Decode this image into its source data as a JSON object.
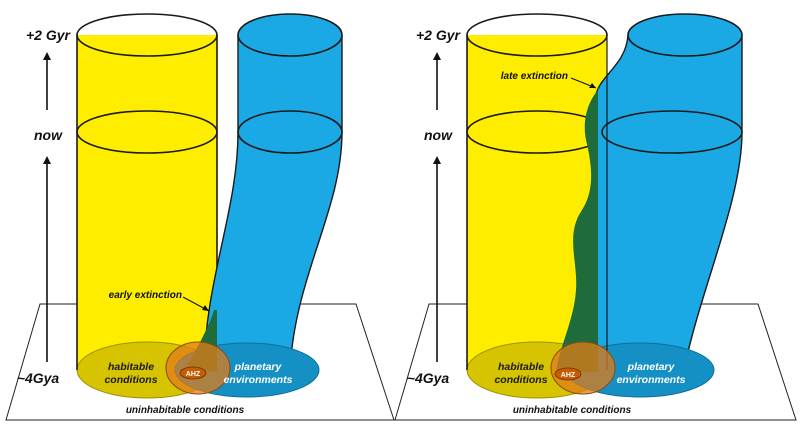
{
  "panels": [
    {
      "time_labels": {
        "top": "+2 Gyr",
        "mid": "now",
        "bottom": "~4Gya"
      },
      "extinction_label": "early extinction",
      "left_cylinder_label": {
        "line1": "habitable",
        "line2": "conditions"
      },
      "right_cylinder_label": {
        "line1": "planetary",
        "line2": "environments"
      },
      "overlap_label": "AHZ",
      "base_label": "uninhabitable conditions"
    },
    {
      "time_labels": {
        "top": "+2 Gyr",
        "mid": "now",
        "bottom": "~4Gya"
      },
      "extinction_label": "late extinction",
      "left_cylinder_label": {
        "line1": "habitable",
        "line2": "conditions"
      },
      "right_cylinder_label": {
        "line1": "planetary",
        "line2": "environments"
      },
      "overlap_label": "AHZ",
      "base_label": "uninhabitable conditions"
    }
  ],
  "colors": {
    "habitable": "#ffed00",
    "habitable_dark": "#d6c400",
    "planetary": "#1ba9e6",
    "planetary_dark": "#1590c4",
    "life": "#1e6b3c",
    "ahz": "#e07c18",
    "outline": "#1a1a1a"
  }
}
